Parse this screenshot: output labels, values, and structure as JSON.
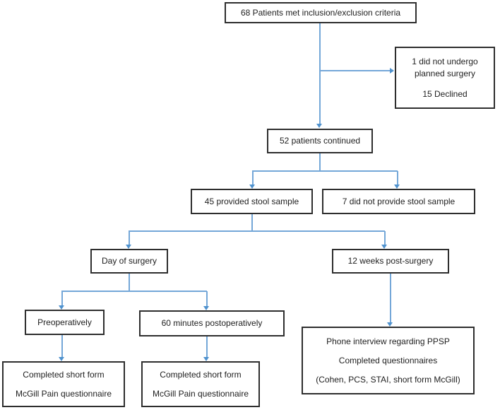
{
  "diagram": {
    "type": "flowchart",
    "background_color": "#ffffff",
    "connector_color": "#74a7d8",
    "arrowhead_color": "#4f92ce",
    "box_border_color": "#2e2e2e",
    "text_color": "#212121",
    "boxes": {
      "inclusion": {
        "lines": [
          "68 Patients met inclusion/exclusion criteria"
        ]
      },
      "exclusion": {
        "lines": [
          "1 did not undergo",
          "planned surgery",
          "15 Declined"
        ]
      },
      "continued": {
        "lines": [
          "52 patients continued"
        ]
      },
      "stool_yes": {
        "lines": [
          "45 provided stool sample"
        ]
      },
      "stool_no": {
        "lines": [
          "7 did not provide stool sample"
        ]
      },
      "day_of_surgery": {
        "lines": [
          "Day of surgery"
        ]
      },
      "twelve_weeks": {
        "lines": [
          "12 weeks post-surgery"
        ]
      },
      "preoperatively": {
        "lines": [
          "Preoperatively"
        ]
      },
      "postop_60min": {
        "lines": [
          "60 minutes postoperatively"
        ]
      },
      "mcgill_preop": {
        "lines": [
          "Completed short form",
          "McGill Pain questionnaire"
        ]
      },
      "mcgill_postop": {
        "lines": [
          "Completed short form",
          "McGill Pain questionnaire"
        ]
      },
      "phone_interview": {
        "lines": [
          "Phone interview regarding PPSP",
          "Completed questionnaires",
          "(Cohen, PCS, STAI, short form McGill)"
        ]
      }
    },
    "edges": [
      {
        "from": "inclusion",
        "to": "continued"
      },
      {
        "from": "inclusion",
        "to": "exclusion"
      },
      {
        "from": "continued",
        "to": "stool_yes"
      },
      {
        "from": "continued",
        "to": "stool_no"
      },
      {
        "from": "stool_yes",
        "to": "day_of_surgery"
      },
      {
        "from": "stool_yes",
        "to": "twelve_weeks"
      },
      {
        "from": "day_of_surgery",
        "to": "preoperatively"
      },
      {
        "from": "day_of_surgery",
        "to": "postop_60min"
      },
      {
        "from": "preoperatively",
        "to": "mcgill_preop"
      },
      {
        "from": "postop_60min",
        "to": "mcgill_postop"
      },
      {
        "from": "twelve_weeks",
        "to": "phone_interview"
      }
    ]
  }
}
